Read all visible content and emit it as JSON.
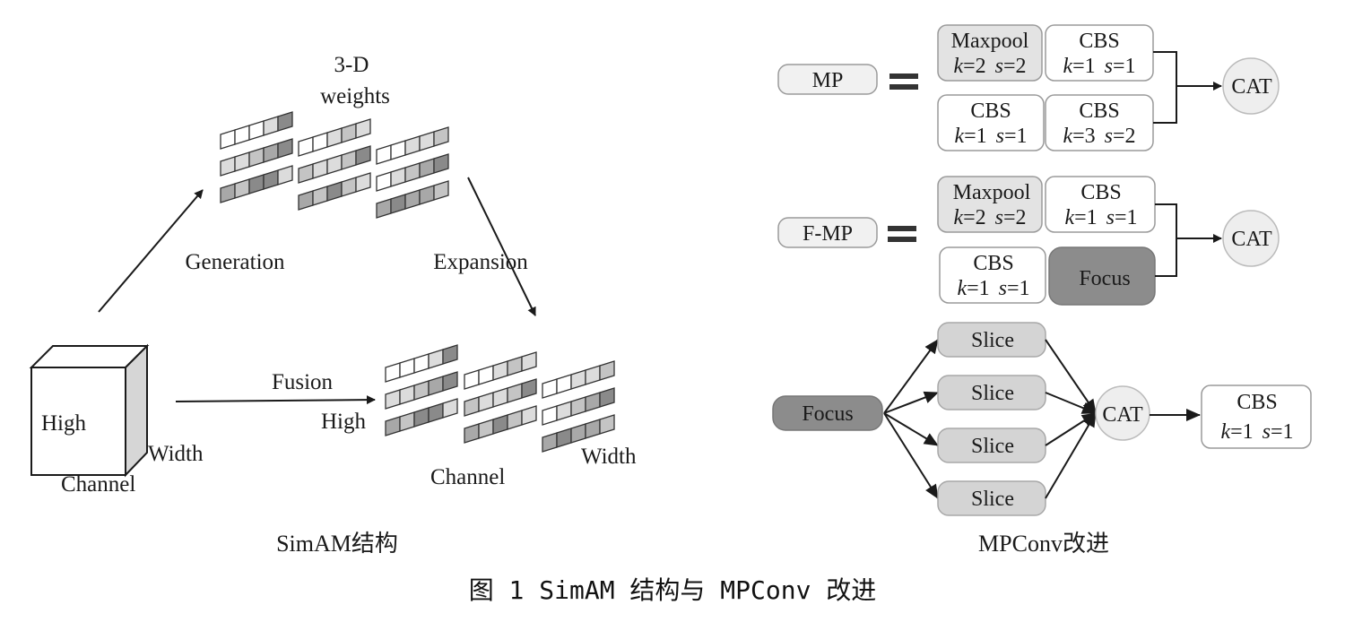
{
  "simam": {
    "title_line1": "3-D",
    "title_line2": "weights",
    "generation": "Generation",
    "expansion": "Expansion",
    "fusion": "Fusion",
    "cube_high": "High",
    "cube_width": "Width",
    "cube_channel": "Channel",
    "out_high": "High",
    "out_width": "Width",
    "out_channel": "Channel",
    "caption": "SimAM结构"
  },
  "mp": {
    "label": "MP",
    "maxpool": {
      "name": "Maxpool",
      "k": "2",
      "s": "2"
    },
    "cbs_a": {
      "name": "CBS",
      "k": "1",
      "s": "1"
    },
    "cbs_b": {
      "name": "CBS",
      "k": "1",
      "s": "1"
    },
    "cbs_c": {
      "name": "CBS",
      "k": "3",
      "s": "2"
    },
    "cat": "CAT"
  },
  "fmp": {
    "label": "F-MP",
    "maxpool": {
      "name": "Maxpool",
      "k": "2",
      "s": "2"
    },
    "cbs_a": {
      "name": "CBS",
      "k": "1",
      "s": "1"
    },
    "cbs_b": {
      "name": "CBS",
      "k": "1",
      "s": "1"
    },
    "focus": "Focus",
    "cat": "CAT"
  },
  "focus_detail": {
    "input": "Focus",
    "slices": [
      "Slice",
      "Slice",
      "Slice",
      "Slice"
    ],
    "cat": "CAT",
    "cbs": {
      "name": "CBS",
      "k": "1",
      "s": "1"
    }
  },
  "labels": {
    "k": "k",
    "s": "s",
    "eq": "="
  },
  "mpconv_caption": "MPConv改进",
  "figure_caption": "图 1  SimAM 结构与 MPConv 改进"
}
